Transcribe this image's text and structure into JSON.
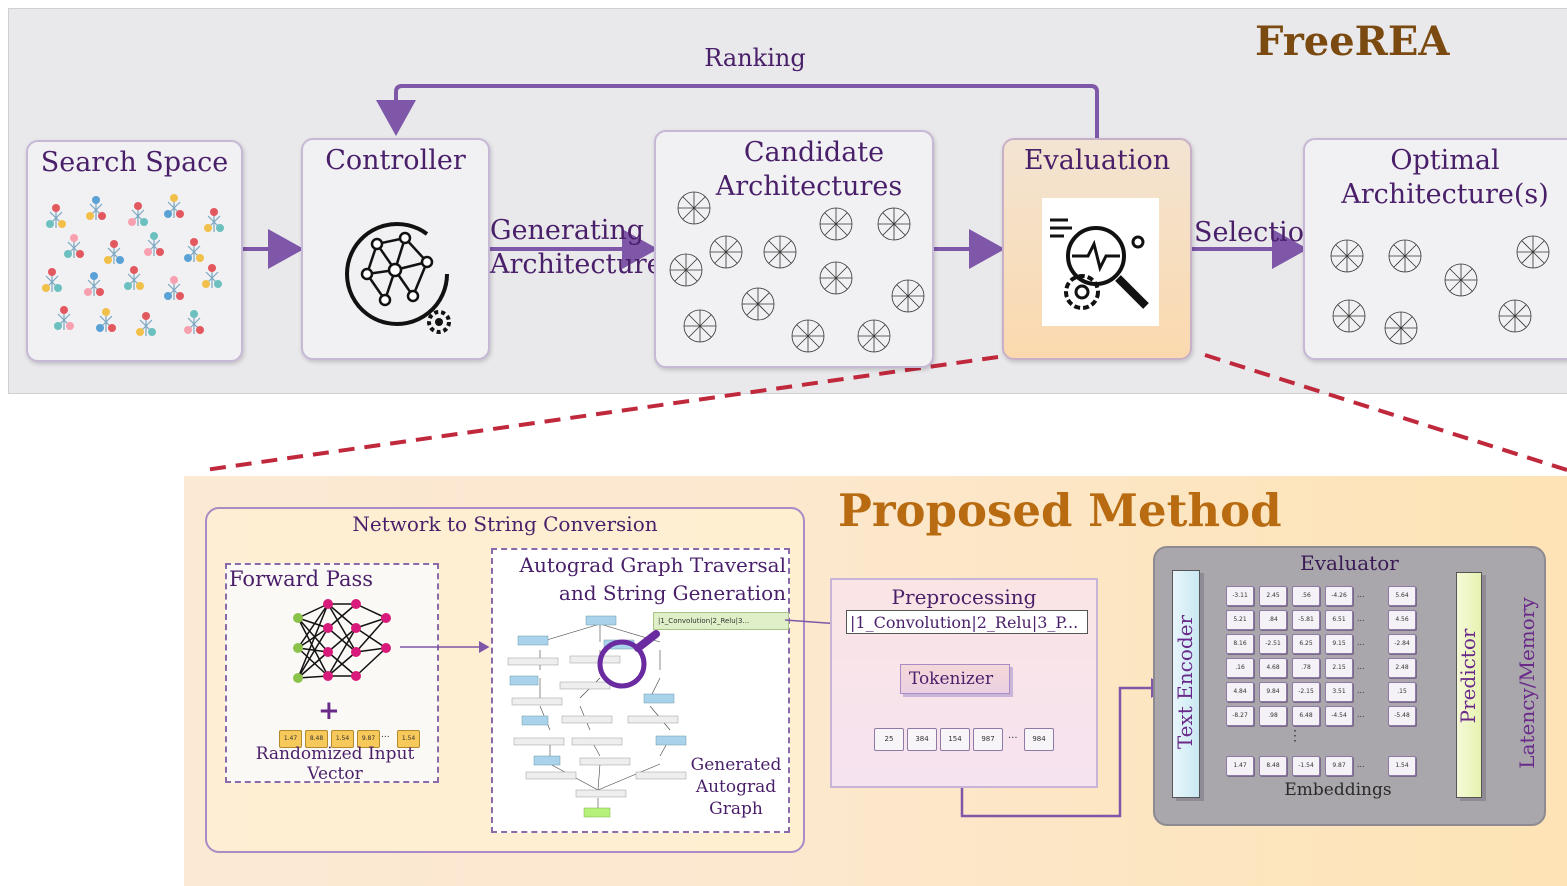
{
  "upper": {
    "title": "FreeREA",
    "ranking_label": "Ranking",
    "search_space": "Search Space",
    "controller": "Controller",
    "generating_line1": "Generating",
    "generating_line2": "Architectures",
    "candidate_line1": "Candidate",
    "candidate_line2": "Architectures",
    "evaluation": "Evaluation",
    "selection": "Selection",
    "optimal_line1": "Optimal",
    "optimal_line2": "Architecture(s)"
  },
  "lower": {
    "title": "Proposed Method",
    "network_to_string": "Network to String Conversion",
    "forward_pass": "Forward Pass",
    "plus": "+",
    "random_vector": [
      "1.47",
      "8.48",
      "1.54",
      "9.87",
      "...",
      "1.54"
    ],
    "random_label_line1": "Randomized Input",
    "random_label_line2": "Vector",
    "autograd_line1": "Autograd Graph Traversal",
    "autograd_line2": "and String Generation",
    "string_snippet": "|1_Convolution|2_Relu|3...",
    "generated_line1": "Generated",
    "generated_line2": "Autograd",
    "generated_line3": "Graph",
    "preprocessing": "Preprocessing",
    "pre_string": "|1_Convolution|2_Relu|3_P...",
    "tokenizer": "Tokenizer",
    "tokens": [
      "25",
      "384",
      "154",
      "987",
      "...",
      "984"
    ],
    "evaluator": "Evaluator",
    "text_encoder": "Text Encoder",
    "predictor": "Predictor",
    "output": "Latency/Memory",
    "embeddings_label": "Embeddings",
    "embedding_rows": [
      [
        "-3.11",
        "2.45",
        ".56",
        "-4.26",
        "...",
        "5.64"
      ],
      [
        "5.21",
        ".84",
        "-5.81",
        "6.51",
        "...",
        "4.56"
      ],
      [
        "8.16",
        "-2.51",
        "6.25",
        "9.15",
        "...",
        "-2.84"
      ],
      [
        ".16",
        "4.68",
        ".78",
        "2.15",
        "...",
        "2.48"
      ],
      [
        "4.84",
        "9.84",
        "-2.15",
        "3.51",
        "...",
        ".15"
      ],
      [
        "-8.27",
        ".98",
        "6.48",
        "-4.54",
        "...",
        "-5.48"
      ]
    ],
    "embedding_last": [
      "1.47",
      "8.48",
      "-1.54",
      "9.87",
      "...",
      "1.54"
    ],
    "embedding_vdots": "⋮"
  }
}
